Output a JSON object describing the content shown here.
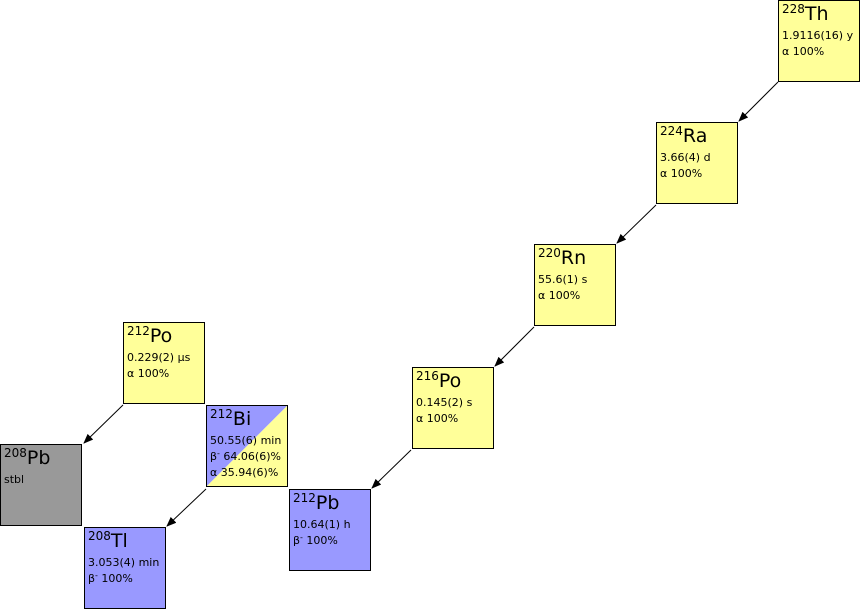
{
  "colors": {
    "alpha": "#ffff99",
    "beta": "#9999ff",
    "stable": "#999999",
    "arrow": "#000000"
  },
  "nuclides": {
    "th228": {
      "mass": "228",
      "symbol": "Th",
      "halflife": "1.9116(16) y",
      "decay1": "α 100%"
    },
    "ra224": {
      "mass": "224",
      "symbol": "Ra",
      "halflife": "3.66(4) d",
      "decay1": "α 100%"
    },
    "rn220": {
      "mass": "220",
      "symbol": "Rn",
      "halflife": "55.6(1) s",
      "decay1": "α 100%"
    },
    "po216": {
      "mass": "216",
      "symbol": "Po",
      "halflife": "0.145(2) s",
      "decay1": "α 100%"
    },
    "pb212": {
      "mass": "212",
      "symbol": "Pb",
      "halflife": "10.64(1) h",
      "decay1_mode": "β",
      "decay1_charge": "-",
      "decay1_value": " 100%"
    },
    "bi212": {
      "mass": "212",
      "symbol": "Bi",
      "halflife": "50.55(6) min",
      "decay1_mode": "β",
      "decay1_charge": "-",
      "decay1_value": " 64.06(6)%",
      "decay2": "α 35.94(6)%"
    },
    "po212": {
      "mass": "212",
      "symbol": "Po",
      "halflife": "0.229(2) μs",
      "decay1": "α 100%"
    },
    "tl208": {
      "mass": "208",
      "symbol": "Tl",
      "halflife": "3.053(4) min",
      "decay1_mode": "β",
      "decay1_charge": "-",
      "decay1_value": " 100%"
    },
    "pb208": {
      "mass": "208",
      "symbol": "Pb",
      "halflife": "stbl"
    }
  }
}
